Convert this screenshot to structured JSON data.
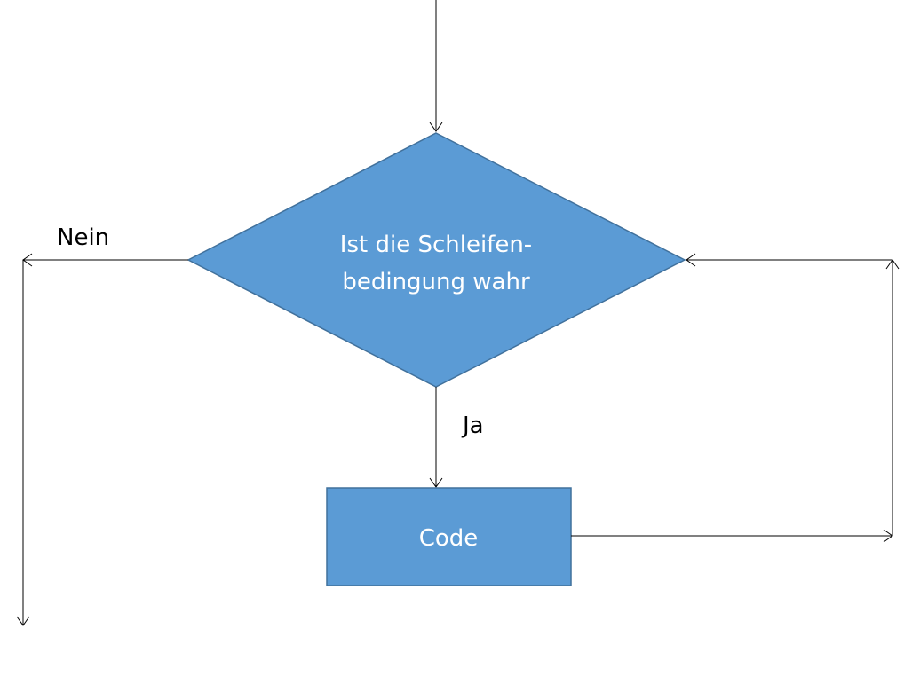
{
  "colors": {
    "shape_fill": "#5b9bd5",
    "shape_stroke": "#41719c",
    "shape_text": "#ffffff",
    "lines": "#000000"
  },
  "decision": {
    "line1": "Ist die Schleifen-",
    "line2": "bedingung wahr"
  },
  "process": {
    "label": "Code"
  },
  "edges": {
    "no_label": "Nein",
    "yes_label": "Ja"
  }
}
